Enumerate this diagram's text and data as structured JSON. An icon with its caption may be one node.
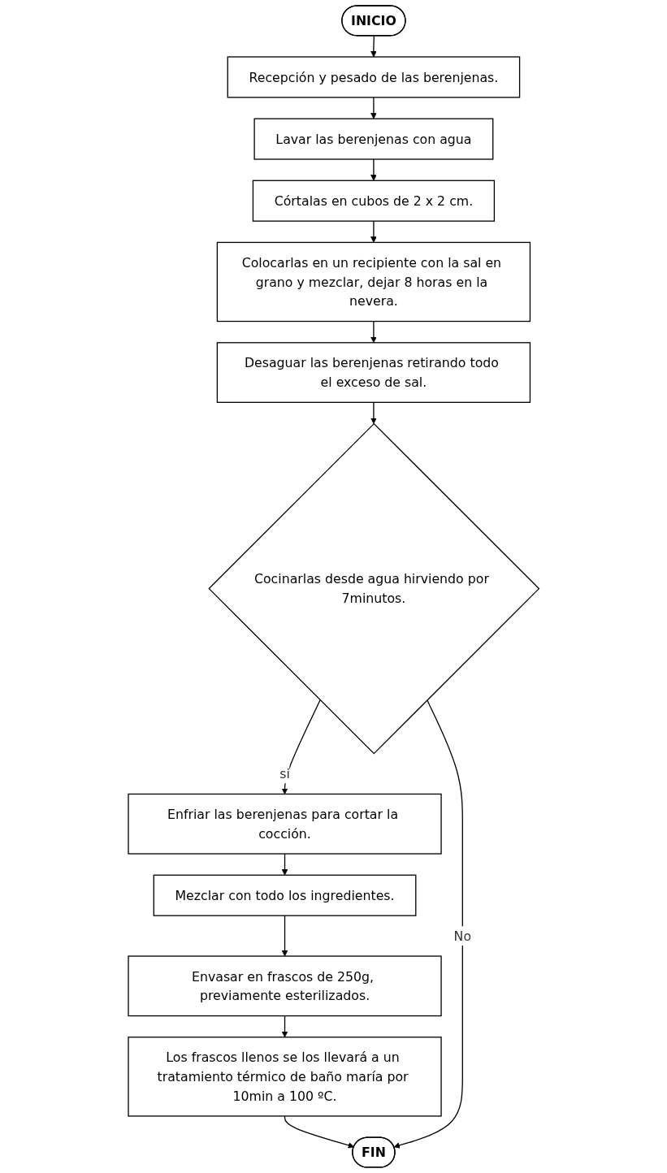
{
  "diagram": {
    "nodes": [
      {
        "text": [
          "INICIO"
        ]
      },
      {
        "text": [
          "Recepción y pesado de las berenjenas."
        ]
      },
      {
        "text": [
          "Lavar las berenjenas con agua"
        ]
      },
      {
        "text": [
          "Córtalas en cubos de 2 x 2 cm."
        ]
      },
      {
        "text": [
          "Colocarlas en un recipiente con la sal en grano y mezclar, dejar 8 horas en la nevera."
        ]
      },
      {
        "text": [
          "Desaguar las berenjenas retirando todo el exceso de sal."
        ]
      },
      {
        "text": [
          "Cocinarlas desde agua hirviendo por 7minutos."
        ]
      },
      {
        "text": [
          "Enfriar las berenjenas para cortar la cocción."
        ]
      },
      {
        "text": [
          "Mezclar con todo los ingredientes."
        ]
      },
      {
        "text": [
          "Envasar en frascos de 250g, previamente esterilizados."
        ]
      },
      {
        "text": [
          "Los frascos llenos se los llevará a un tratamiento térmico de baño maría por 10min a 100 ºC."
        ]
      },
      {
        "text": [
          "FIN"
        ]
      }
    ],
    "edges": [
      {
        "from": 0,
        "to": 1,
        "arrow": "to"
      },
      {
        "from": 1,
        "to": 2,
        "arrow": "to"
      },
      {
        "from": 2,
        "to": 3,
        "arrow": "to"
      },
      {
        "from": 3,
        "to": 4,
        "arrow": "to"
      },
      {
        "from": 4,
        "to": 5,
        "arrow": "to"
      },
      {
        "from": 5,
        "to": 6,
        "arrow": "to"
      },
      {
        "from": 6,
        "to": 7,
        "label": "si",
        "arrow": "to"
      },
      {
        "from": 7,
        "to": 8,
        "arrow": "to"
      },
      {
        "from": 8,
        "to": 9,
        "arrow": "to"
      },
      {
        "from": 9,
        "to": 10,
        "arrow": "to"
      },
      {
        "from": 10,
        "to": 11,
        "arrow": "to"
      },
      {
        "from": 6,
        "to": 11,
        "label": "No",
        "arrow": "to"
      }
    ]
  }
}
